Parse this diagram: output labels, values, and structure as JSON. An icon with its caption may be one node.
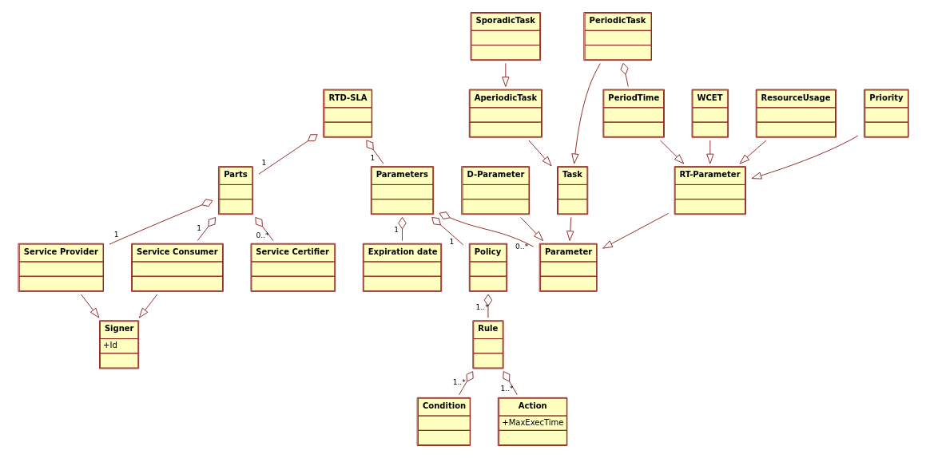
{
  "diagram": {
    "nodes": [
      {
        "text": [
          "RTD-SLA"
        ]
      },
      {
        "text": [
          "Parts"
        ]
      },
      {
        "text": [
          "Parameters"
        ]
      },
      {
        "text": [
          "Service Provider"
        ]
      },
      {
        "text": [
          "Service Consumer"
        ]
      },
      {
        "text": [
          "Service Certifier"
        ]
      },
      {
        "text": [
          "Parameter"
        ]
      },
      {
        "text": [
          "Expiration date"
        ]
      },
      {
        "text": [
          "Policy"
        ]
      },
      {
        "text": [
          "Signer",
          "+Id"
        ]
      },
      {
        "text": [
          "D-Parameter"
        ]
      },
      {
        "text": [
          "Task"
        ]
      },
      {
        "text": [
          "RT-Parameter"
        ]
      },
      {
        "text": [
          "Rule"
        ]
      },
      {
        "text": [
          "Condition"
        ]
      },
      {
        "text": [
          "Action",
          "+MaxExecTime"
        ]
      },
      {
        "text": [
          "AperiodicTask"
        ]
      },
      {
        "text": [
          "PeriodicTask"
        ]
      },
      {
        "text": [
          "SporadicTask"
        ]
      },
      {
        "text": [
          "PeriodTime"
        ]
      },
      {
        "text": [
          "WCET"
        ]
      },
      {
        "text": [
          "ResourceUsage"
        ]
      },
      {
        "text": [
          "Priority"
        ]
      }
    ],
    "edges": [
      {
        "from": 0,
        "to": 1,
        "arrow": "other",
        "label": "1"
      },
      {
        "from": 0,
        "to": 2,
        "arrow": "other",
        "label": "1"
      },
      {
        "from": 1,
        "to": 3,
        "arrow": "other",
        "label": "1"
      },
      {
        "from": 1,
        "to": 4,
        "arrow": "other",
        "label": "1"
      },
      {
        "from": 1,
        "to": 5,
        "arrow": "other",
        "label": "0..*"
      },
      {
        "from": 2,
        "to": 6,
        "arrow": "other",
        "label": "0..*"
      },
      {
        "from": 2,
        "to": 7,
        "arrow": "other",
        "label": "1"
      },
      {
        "from": 2,
        "to": 8,
        "arrow": "other",
        "label": "1"
      },
      {
        "from": 8,
        "to": 13,
        "arrow": "other",
        "label": "1..*"
      },
      {
        "from": 13,
        "to": 14,
        "arrow": "other",
        "label": "1..*"
      },
      {
        "from": 13,
        "to": 15,
        "arrow": "other",
        "label": "1..*"
      },
      {
        "from": 17,
        "to": 19,
        "arrow": "other"
      },
      {
        "from": 3,
        "to": 9,
        "arrow": "to"
      },
      {
        "from": 4,
        "to": 9,
        "arrow": "to"
      },
      {
        "from": 10,
        "to": 6,
        "arrow": "to"
      },
      {
        "from": 11,
        "to": 6,
        "arrow": "to"
      },
      {
        "from": 12,
        "to": 6,
        "arrow": "to"
      },
      {
        "from": 16,
        "to": 11,
        "arrow": "to"
      },
      {
        "from": 17,
        "to": 11,
        "arrow": "to"
      },
      {
        "from": 18,
        "to": 16,
        "arrow": "to"
      },
      {
        "from": 19,
        "to": 12,
        "arrow": "to"
      },
      {
        "from": 20,
        "to": 12,
        "arrow": "to"
      },
      {
        "from": 21,
        "to": 12,
        "arrow": "to"
      },
      {
        "from": 22,
        "to": 12,
        "arrow": "to"
      }
    ]
  }
}
